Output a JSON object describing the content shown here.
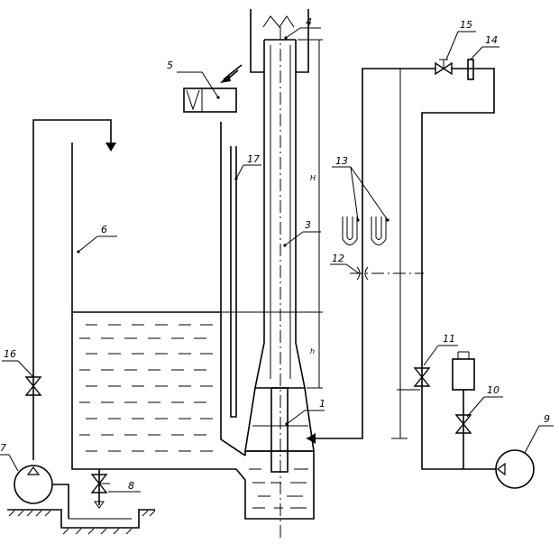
{
  "diagram": {
    "callouts": {
      "c1": "1",
      "c3": "3",
      "c4": "4",
      "c5": "5",
      "c6": "6",
      "c7": "7",
      "c8": "8",
      "c9": "9",
      "c10": "10",
      "c11": "11",
      "c12": "12",
      "c13": "13",
      "c14": "14",
      "c15": "15",
      "c16": "16",
      "c17": "17"
    },
    "dimensions": {
      "H": "H",
      "h": "h"
    },
    "manometer_glyphs": [
      "U",
      "U"
    ],
    "line_color": "#000000",
    "background_color": "#ffffff"
  }
}
